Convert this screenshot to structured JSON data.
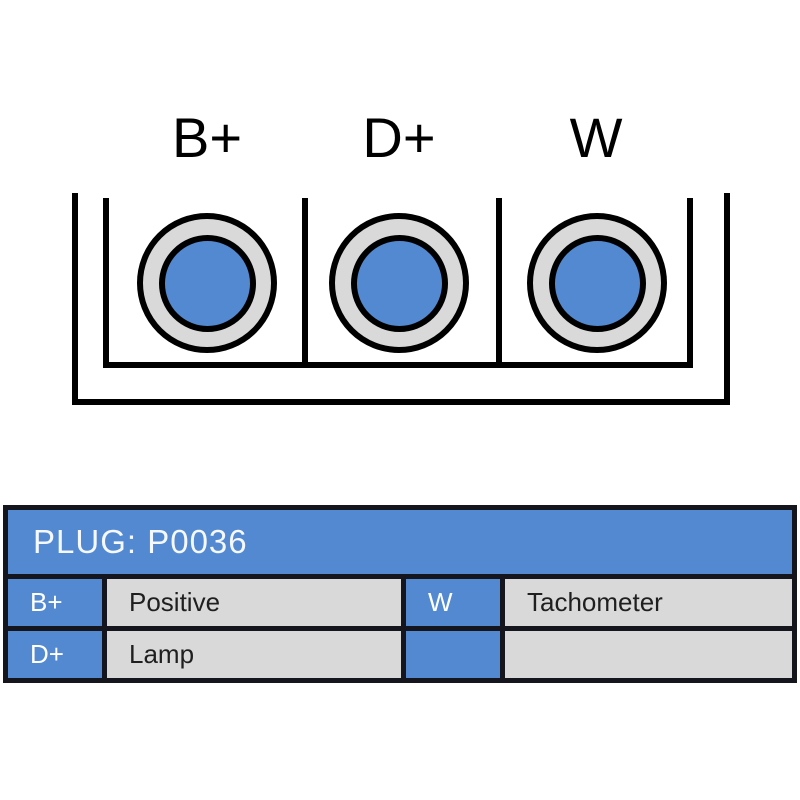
{
  "colors": {
    "terminal_blue": "#5289D1",
    "ring_gray": "#D9D9D9",
    "diagram_line": "#000000",
    "table_border": "#15151d",
    "text_dark": "#1f1f1f",
    "text_light": "#ffffff"
  },
  "connector": {
    "terminals": [
      {
        "label": "B+"
      },
      {
        "label": "D+"
      },
      {
        "label": "W"
      }
    ]
  },
  "plug_table": {
    "title": "PLUG: P0036",
    "rows": [
      {
        "left_pin": "B+",
        "left_desc": "Positive",
        "right_pin": "W",
        "right_desc": "Tachometer"
      },
      {
        "left_pin": "D+",
        "left_desc": "Lamp",
        "right_pin": "",
        "right_desc": ""
      }
    ]
  }
}
